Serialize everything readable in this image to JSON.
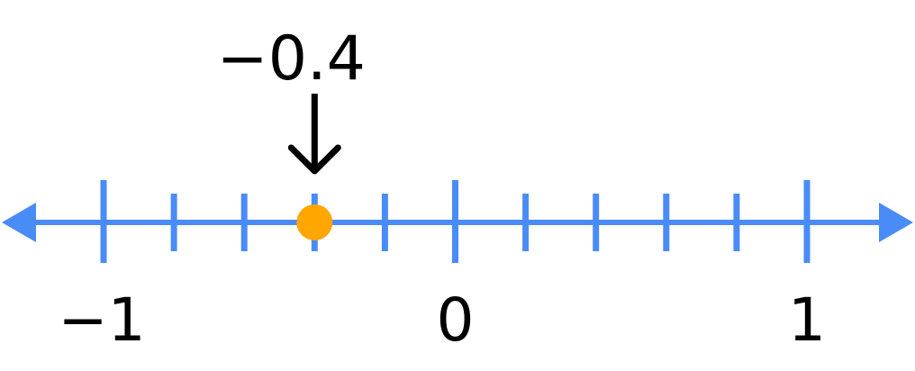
{
  "number_line": {
    "min": -1,
    "max": 1,
    "major_ticks": [
      -1,
      0,
      1
    ],
    "minor_ticks": [
      -0.8,
      -0.6,
      -0.4,
      -0.2,
      0.2,
      0.4,
      0.6,
      0.8
    ],
    "labels": [
      {
        "value": -1,
        "text": "−1"
      },
      {
        "value": 0,
        "text": "0"
      },
      {
        "value": 1,
        "text": "1"
      }
    ],
    "point": {
      "value": -0.4,
      "label": "−0.4"
    },
    "arrows": [
      "left-arrow-icon",
      "right-arrow-icon",
      "down-arrow-icon"
    ],
    "colors": {
      "line": "#4a8cf7",
      "point": "#ffa600",
      "text": "#000000"
    }
  }
}
